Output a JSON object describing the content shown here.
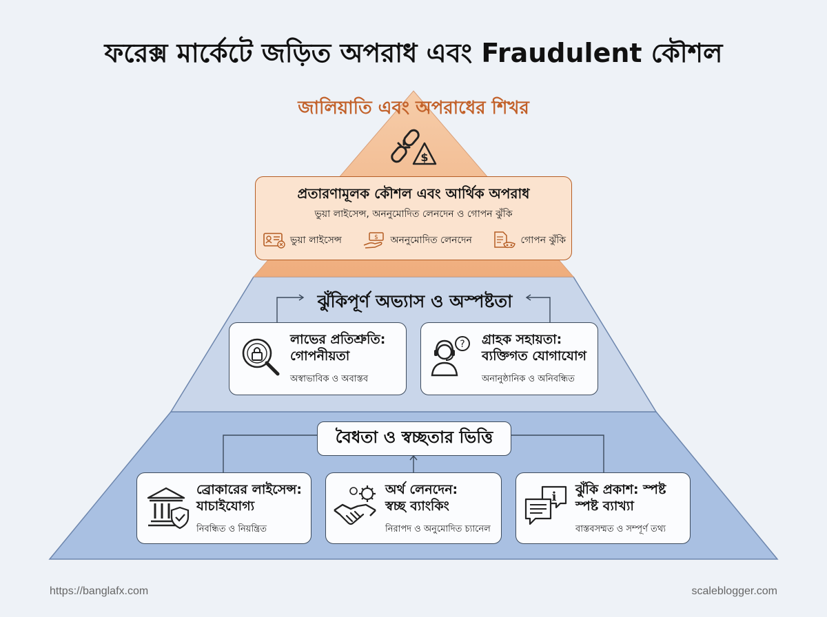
{
  "title": "ফরেক্স মার্কেটে জড়িত অপরাধ এবং Fraudulent কৌশল",
  "apex": {
    "title": "জালিয়াতি এবং অপরাধের শিখর",
    "icon": "broken-chain-warning-icon"
  },
  "top_box": {
    "title": "প্রতারণামূলক কৌশল এবং আর্থিক অপরাধ",
    "subtitle": "ভুয়া লাইসেন্স, অননুমোদিত লেনদেন ও গোপন ঝুঁকি",
    "chips": [
      {
        "label": "ভুয়া লাইসেন্স",
        "icon": "fake-license-card-icon"
      },
      {
        "label": "অননুমোদিত লেনদেন",
        "icon": "cash-hand-icon"
      },
      {
        "label": "গোপন ঝুঁকি",
        "icon": "hidden-document-mask-icon"
      }
    ]
  },
  "middle": {
    "title": "ঝুঁকিপূর্ণ অভ্যাস ও অস্পষ্টতা",
    "boxes": [
      {
        "title": "লাভের প্রতিশ্রুতি:",
        "title2": "গোপনীয়তা",
        "subtitle": "অস্বাভাবিক ও অবাস্তব",
        "icon": "magnifier-lock-icon"
      },
      {
        "title": "গ্রাহক সহায়তা:",
        "title2": "ব্যক্তিগত যোগাযোগ",
        "subtitle": "অনানুষ্ঠানিক ও অনিবন্ধিত",
        "icon": "support-agent-question-icon"
      }
    ]
  },
  "base": {
    "title": "বৈধতা ও স্বচ্ছতার ভিত্তি",
    "boxes": [
      {
        "title": "ব্রোকারের লাইসেন্স:",
        "title2": "যাচাইযোগ্য",
        "subtitle": "নিবন্ধিত ও নিয়ন্ত্রিত",
        "icon": "bank-shield-icon"
      },
      {
        "title": "অর্থ লেনদেন:",
        "title2": "স্বচ্ছ ব্যাংকিং",
        "subtitle": "নিরাপদ ও অনুমোদিত চ্যানেল",
        "icon": "handshake-gear-icon"
      },
      {
        "title": "ঝুঁকি প্রকাশ: স্পষ্ট",
        "title2": "স্পষ্ট ব্যাখ্যা",
        "subtitle": "বাস্তবসম্মত ও সম্পূর্ণ তথ্য",
        "icon": "info-chat-icon"
      }
    ]
  },
  "footer": {
    "left": "https://banglafx.com",
    "right": "scaleblogger.com"
  },
  "colors": {
    "apex_fill": "#f2b98d",
    "middle_fill": "#c9d6ea",
    "base_fill": "#a9c0e2",
    "outline": "#3c4a5c",
    "accent": "#c2612a"
  }
}
